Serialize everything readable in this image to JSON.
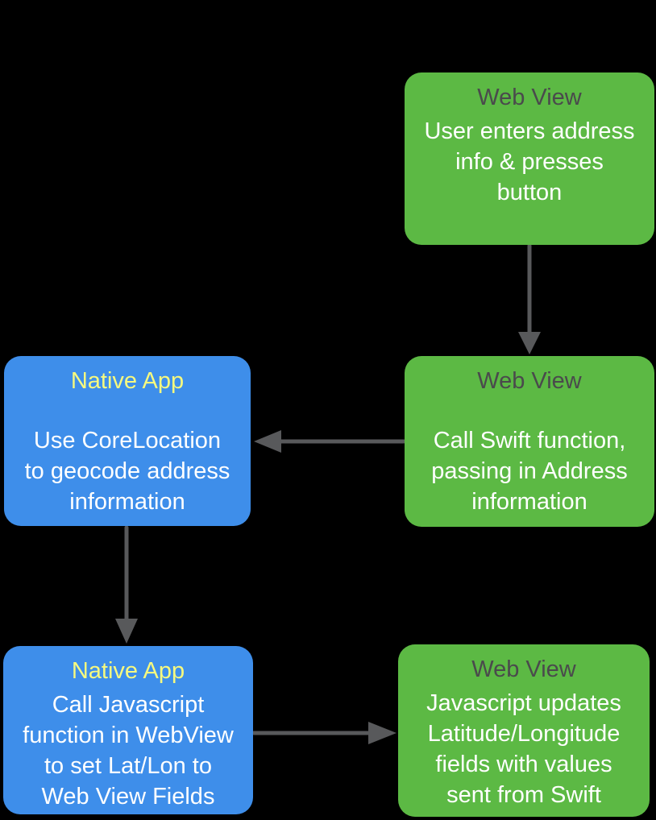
{
  "diagram": {
    "background_color": "#000000",
    "colors": {
      "webview_green": "#5CB944",
      "nativeapp_blue": "#3E8EEA",
      "title_gray": "#4A4A4C",
      "title_yellow": "#F6F97F",
      "body_white": "#FFFFFF",
      "arrow_gray": "#58595B"
    },
    "nodes": [
      {
        "id": "webview-user-enters-address",
        "type": "Web View",
        "title": "Web View",
        "body": "User enters address\ninfo & presses\nbutton"
      },
      {
        "id": "webview-call-swift",
        "type": "Web View",
        "title": "Web View",
        "body": "Call Swift function,\npassing in Address\ninformation"
      },
      {
        "id": "nativeapp-corelocation",
        "type": "Native App",
        "title": "Native App",
        "body": "Use CoreLocation\nto geocode address\ninformation"
      },
      {
        "id": "nativeapp-call-javascript",
        "type": "Native App",
        "title": "Native App",
        "body": "Call Javascript\nfunction in WebView\nto set Lat/Lon to\nWeb View Fields"
      },
      {
        "id": "webview-javascript-updates",
        "type": "Web View",
        "title": "Web View",
        "body": "Javascript updates\nLatitude/Longitude\nfields with values\nsent from Swift"
      }
    ],
    "edges": [
      {
        "from": "webview-user-enters-address",
        "to": "webview-call-swift",
        "direction": "down"
      },
      {
        "from": "webview-call-swift",
        "to": "nativeapp-corelocation",
        "direction": "left"
      },
      {
        "from": "nativeapp-corelocation",
        "to": "nativeapp-call-javascript",
        "direction": "down"
      },
      {
        "from": "nativeapp-call-javascript",
        "to": "webview-javascript-updates",
        "direction": "right"
      }
    ]
  }
}
